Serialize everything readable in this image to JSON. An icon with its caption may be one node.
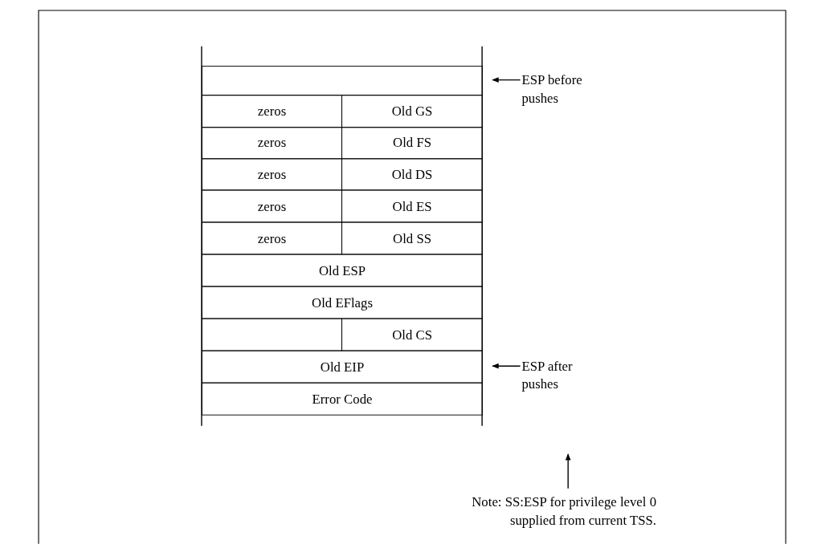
{
  "diagram": {
    "nodes": [
      {
        "text": [],
        "shape": "box"
      },
      {
        "text": [
          "zeros"
        ]
      },
      {
        "text": [
          "Old GS"
        ]
      },
      {
        "text": [
          "zeros"
        ]
      },
      {
        "text": [
          "Old FS"
        ]
      },
      {
        "text": [
          "zeros"
        ]
      },
      {
        "text": [
          "Old DS"
        ]
      },
      {
        "text": [
          "zeros"
        ]
      },
      {
        "text": [
          "Old ES"
        ]
      },
      {
        "text": [
          "zeros"
        ]
      },
      {
        "text": [
          "Old SS"
        ]
      },
      {
        "text": [
          "Old ESP"
        ]
      },
      {
        "text": [
          "Old EFlags"
        ]
      },
      {
        "text": [],
        "shape": "box"
      },
      {
        "text": [
          "Old CS"
        ]
      },
      {
        "text": [
          "Old EIP"
        ]
      },
      {
        "text": [
          "Error Code"
        ]
      },
      {
        "text": [
          "ESP before pushes"
        ]
      },
      {
        "text": [
          "ESP after pushes"
        ]
      },
      {
        "text": [
          "Note: SS:ESP for privilege level 0 supplied from current TSS."
        ]
      }
    ],
    "edges": [
      {
        "from": 17,
        "to": 0,
        "arrow": "to"
      },
      {
        "from": 18,
        "to": 15,
        "arrow": "to"
      },
      {
        "from": 19,
        "to": null,
        "arrow": "to"
      }
    ]
  }
}
